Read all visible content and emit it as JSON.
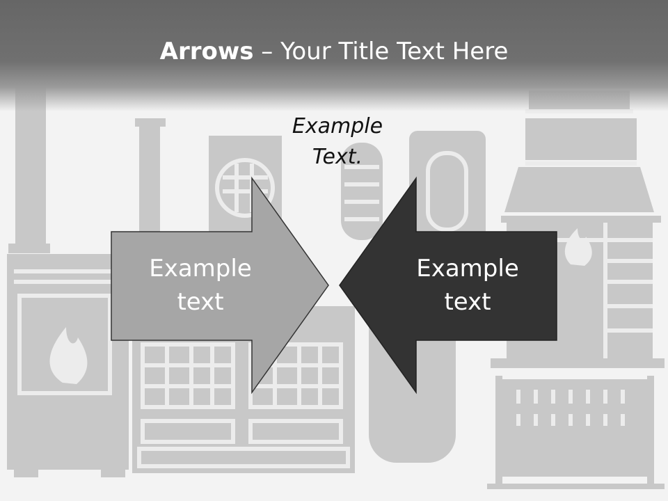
{
  "title": {
    "bold": "Arrows",
    "rest": " – Your Title Text Here"
  },
  "caption": {
    "line1": "Example",
    "line2": "Text."
  },
  "arrows": {
    "left": {
      "line1": "Example",
      "line2": "text",
      "fill": "#a6a6a6"
    },
    "right": {
      "line1": "Example",
      "line2": "text",
      "fill": "#333333"
    }
  },
  "colors": {
    "background_art": "#c8c8c8",
    "title_band": "#6b6b6b"
  }
}
